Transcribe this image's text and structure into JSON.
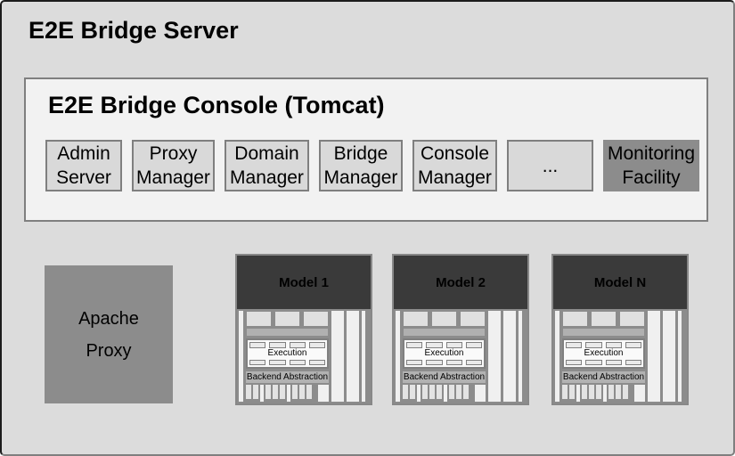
{
  "diagram_title": "E2E Bridge Server",
  "console": {
    "title": "E2E Bridge Console (Tomcat)",
    "managers": [
      {
        "label": "Admin\nServer"
      },
      {
        "label": "Proxy\nManager"
      },
      {
        "label": "Domain\nManager"
      },
      {
        "label": "Bridge\nManager"
      },
      {
        "label": "Console\nManager"
      },
      {
        "label": "..."
      },
      {
        "label": "Monitoring\nFacility"
      }
    ]
  },
  "apache_proxy": {
    "label": "Apache\nProxy"
  },
  "models": [
    {
      "title": "Model 1"
    },
    {
      "title": "Model 2"
    },
    {
      "title": "Model N"
    }
  ],
  "model_internals": {
    "execution_label": "Execution",
    "backend_label": "Backend Abstraction"
  },
  "colors": {
    "page_background": "#dcdcdc",
    "console_background": "#f2f2f2",
    "manager_box_background": "#d9d9d9",
    "box_border": "#7f7f7f",
    "highlight_box_background": "#8c8c8c",
    "model_header_background": "#3a3a3a"
  }
}
